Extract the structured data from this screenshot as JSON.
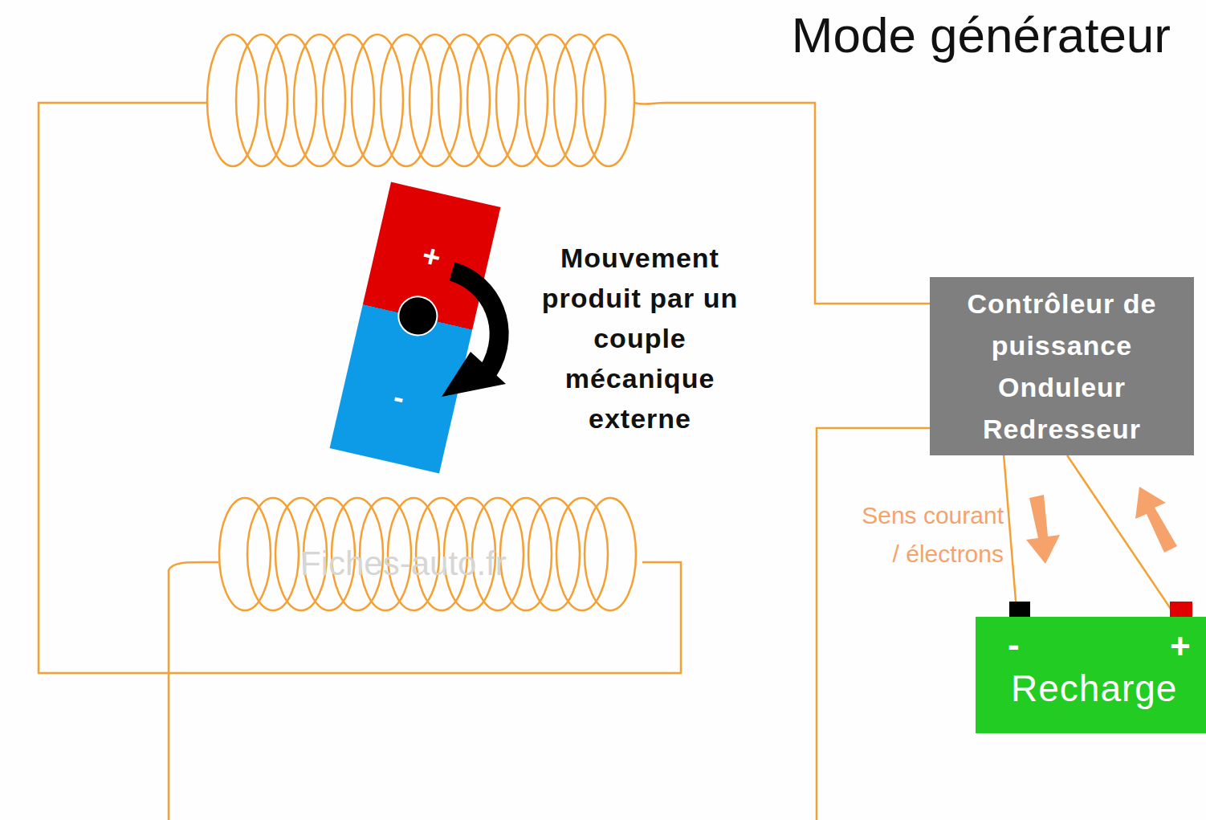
{
  "diagram": {
    "title": "Mode générateur",
    "nodes": [
      {
        "text": [
          "+",
          "-"
        ]
      },
      {
        "text": [
          "Contrôleur de puissance Onduleur Redresseur"
        ]
      },
      {
        "text": [
          "-",
          "+",
          "Recharge"
        ]
      }
    ],
    "edges": [
      {
        "from": 1,
        "to": 2,
        "arrow": "none"
      },
      {
        "from": 1,
        "to": 2,
        "arrow": "none"
      }
    ],
    "labels": [
      "Mouvement produit par un couple mécanique externe",
      "Sens courant / électrons",
      "Fiches-auto.fr"
    ]
  }
}
